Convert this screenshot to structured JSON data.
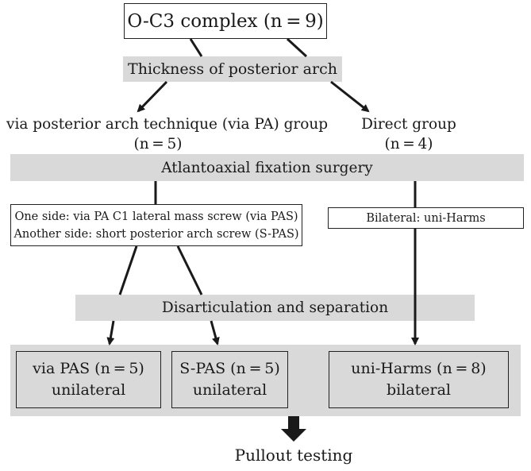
{
  "nodes": {
    "root": "O-C3 complex (n = 9)",
    "thickness": "Thickness of posterior arch",
    "via_pa_group": {
      "line1": "via posterior arch technique (via PA) group",
      "line2": "(n = 5)"
    },
    "direct_group": {
      "line1": "Direct group",
      "line2": "(n = 4)"
    },
    "fixation": "Atlantoaxial fixation surgery",
    "via_pa_screws": {
      "line1": "One side: via PA C1 lateral mass screw (via PAS)",
      "line2": "Another side: short posterior arch screw (S-PAS)"
    },
    "bilateral": "Bilateral: uni-Harms",
    "disarticulation": "Disarticulation and separation",
    "via_pas": {
      "line1": "via PAS (n = 5)",
      "line2": "unilateral"
    },
    "s_pas": {
      "line1": "S-PAS (n = 5)",
      "line2": "unilateral"
    },
    "uni_harms": {
      "line1": "uni-Harms (n = 8)",
      "line2": "bilateral"
    },
    "pullout": "Pullout testing"
  },
  "colors": {
    "gray_fill": "#d9d9d9",
    "stroke": "#1a1a1a"
  }
}
